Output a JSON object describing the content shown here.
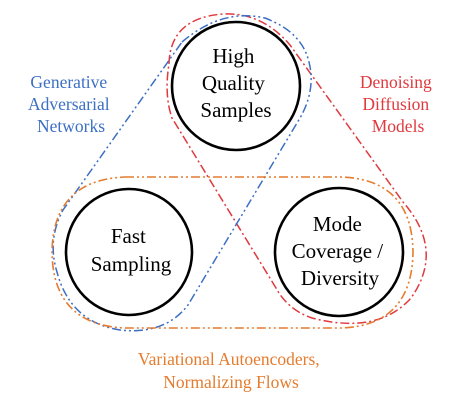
{
  "nodes": {
    "quality": {
      "lines": [
        "High",
        "Quality",
        "Samples"
      ]
    },
    "sampling": {
      "lines": [
        "Fast",
        "Sampling"
      ]
    },
    "coverage": {
      "lines": [
        "Mode",
        "Coverage /",
        "Diversity"
      ]
    }
  },
  "model_groups": {
    "gan": {
      "lines": [
        "Generative",
        "Adversarial",
        "Networks"
      ],
      "color": "#3c6fc4"
    },
    "diffusion": {
      "lines": [
        "Denoising",
        "Diffusion",
        "Models"
      ],
      "color": "#e0393e"
    },
    "vae_flows": {
      "lines": [
        "Variational Autoencoders,",
        "Normalizing Flows"
      ],
      "color": "#e57c2e"
    }
  }
}
